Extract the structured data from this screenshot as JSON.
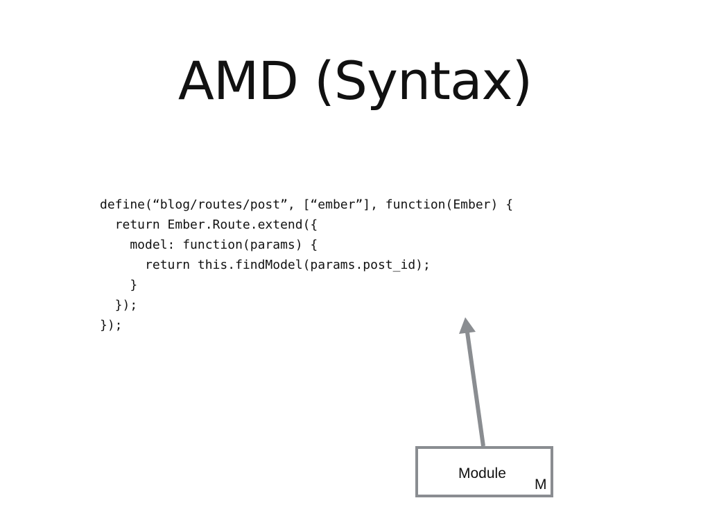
{
  "slide": {
    "title": "AMD (Syntax)"
  },
  "code": {
    "lines": [
      "define(“blog/routes/post”, [“ember”], function(Ember) {",
      "  return Ember.Route.extend({",
      "    model: function(params) {",
      "      return this.findModel(params.post_id);",
      "    }",
      "  });",
      "});"
    ]
  },
  "callout": {
    "label": "Module",
    "letter": "M",
    "colors": {
      "border": "#8a8d91",
      "arrow": "#8a8d91"
    }
  }
}
